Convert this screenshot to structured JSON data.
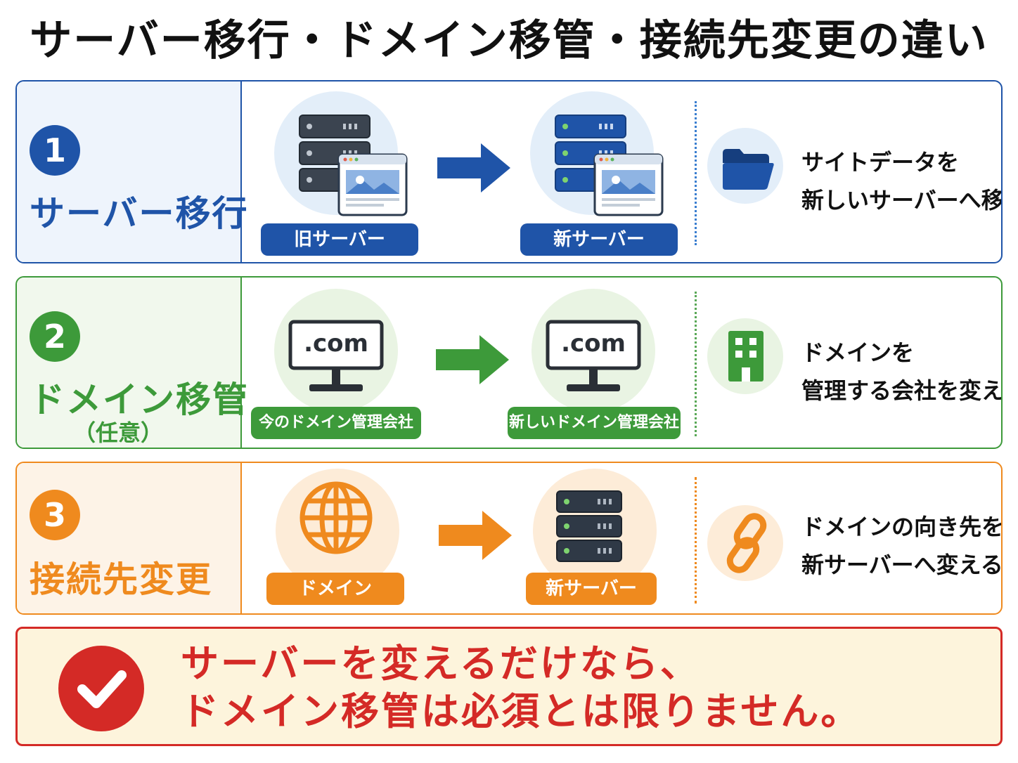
{
  "title": "サーバー移行・ドメイン移管・接続先変更の違い",
  "rows": [
    {
      "number": "1",
      "label": "サーバー移行",
      "from_label": "旧サーバー",
      "to_label": "新サーバー",
      "from_icon": "server-with-website-icon",
      "to_icon": "server-with-website-icon",
      "side_icon": "folder-icon",
      "desc_line1": "サイトデータを",
      "desc_line2": "新しいサーバーへ移す",
      "color": "#1f54a8"
    },
    {
      "number": "2",
      "label": "ドメイン移管",
      "sublabel": "（任意）",
      "from_label": "今のドメイン管理会社",
      "to_label": "新しいドメイン管理会社",
      "from_icon_text": ".com",
      "to_icon_text": ".com",
      "from_icon": "monitor-icon",
      "to_icon": "monitor-icon",
      "side_icon": "building-icon",
      "desc_line1": "ドメインを",
      "desc_line2": "管理する会社を変える",
      "color": "#3d9a3a"
    },
    {
      "number": "3",
      "label": "接続先変更",
      "from_label": "ドメイン",
      "to_label": "新サーバー",
      "from_icon": "globe-icon",
      "to_icon": "server-icon",
      "side_icon": "link-icon",
      "desc_line1": "ドメインの向き先を",
      "desc_line2": "新サーバーへ変える",
      "color": "#ef8a1e"
    }
  ],
  "note": {
    "icon": "check-icon",
    "line1": "サーバーを変えるだけなら、",
    "line2": "ドメイン移管は必須とは限りません。",
    "color": "#d42a26"
  }
}
